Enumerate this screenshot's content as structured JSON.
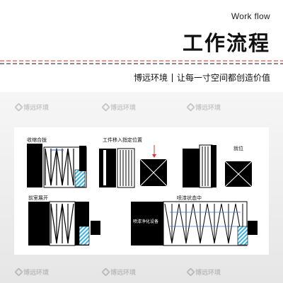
{
  "header": {
    "subtitle": "Work flow",
    "title": "工作流程",
    "slogan_brand": "博远环境",
    "slogan_text": "让每一寸空间都创造价值"
  },
  "watermark": {
    "text": "博远环境"
  },
  "diagram": {
    "step1": "收缩合拢",
    "step2": "工件移入指定位置",
    "step3": "就位",
    "step4": "前室展开",
    "step5": "喷漆状态中",
    "booth_tag": "喷漆净化设备"
  },
  "colors": {
    "hatch": "#3ab3e0",
    "black": "#000000",
    "rail": "#e05555"
  }
}
